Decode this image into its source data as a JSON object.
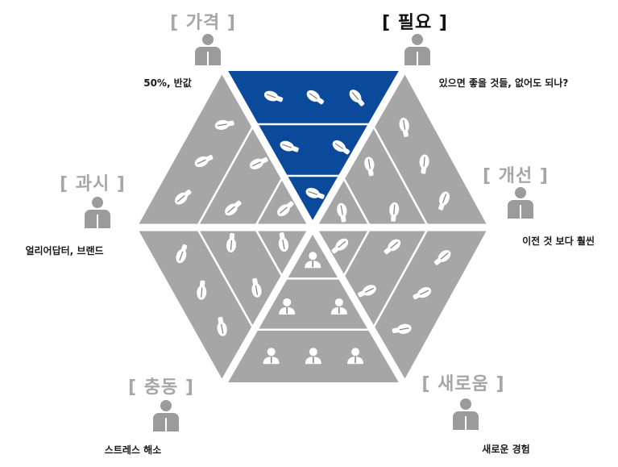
{
  "colors": {
    "grey_panel": "#a6a6a6",
    "blue_panel": "#0b4a9a",
    "divider": "#ffffff",
    "title_grey": "#a6a6a6",
    "title_dark": "#111111"
  },
  "segments": {
    "price": {
      "title": "[ 가격 ]",
      "description": "50%, 반값"
    },
    "need": {
      "title": "[ 필요 ]",
      "description": "있으면 좋을 것들, 없어도 되나?"
    },
    "improve": {
      "title": "[ 개선 ]",
      "description": "이전 것 보다 훨씬"
    },
    "novelty": {
      "title": "[ 새로움 ]",
      "description": "새로운 경험"
    },
    "impulse": {
      "title": "[ 충동 ]",
      "description": "스트레스 해소"
    },
    "showoff": {
      "title": "[ 과시 ]",
      "description": "얼리어답터, 브랜드"
    }
  },
  "icons": {
    "segment_person": "person-icon",
    "hand_gesture": "hand-icon",
    "business_person": "businessperson-icon"
  },
  "highlighted_segment": "need"
}
